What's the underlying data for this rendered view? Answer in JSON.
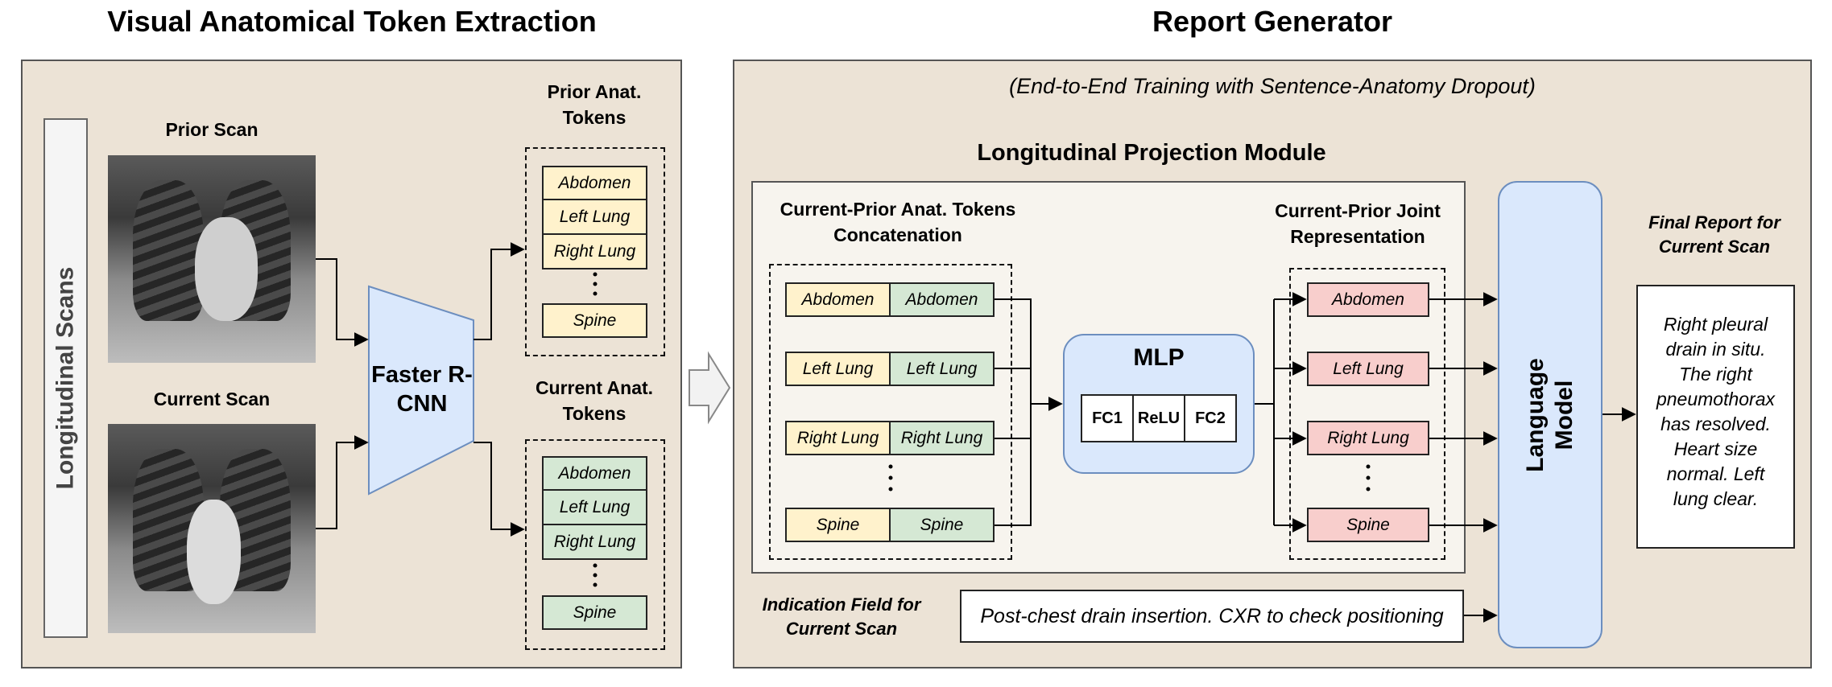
{
  "left": {
    "title": "Visual Anatomical Token Extraction",
    "longitudinal_label": "Longitudinal Scans",
    "prior_scan_label": "Prior Scan",
    "current_scan_label": "Current Scan",
    "detector_label": "Faster R-CNN",
    "prior_tokens_title": "Prior Anat. Tokens",
    "current_tokens_title": "Current Anat. Tokens",
    "tokens": [
      "Abdomen",
      "Left Lung",
      "Right Lung",
      "Spine"
    ]
  },
  "right": {
    "title": "Report Generator",
    "subtitle": "(End-to-End Training with Sentence-Anatomy Dropout)",
    "module_title": "Longitudinal Projection Module",
    "concat_title": "Current-Prior Anat. Tokens Concatenation",
    "joint_title": "Current-Prior Joint Representation",
    "mlp_title": "MLP",
    "mlp_layers": [
      "FC1",
      "ReLU",
      "FC2"
    ],
    "tokens": [
      "Abdomen",
      "Left Lung",
      "Right Lung",
      "Spine"
    ],
    "language_model": "Language Model",
    "final_report_title": "Final Report for Current Scan",
    "final_report_text": "Right pleural drain in situ. The right pneumothorax has resolved. Heart size normal. Left lung clear.",
    "indication_label": "Indication Field for Current Scan",
    "indication_text": "Post-chest drain insertion. CXR to check positioning"
  },
  "colors": {
    "panel_bg": "#ece3d6",
    "prior_token": "#fff2cc",
    "current_token": "#d5e8d4",
    "joint_token": "#f8cecc",
    "blue_block": "#dae8fc"
  }
}
